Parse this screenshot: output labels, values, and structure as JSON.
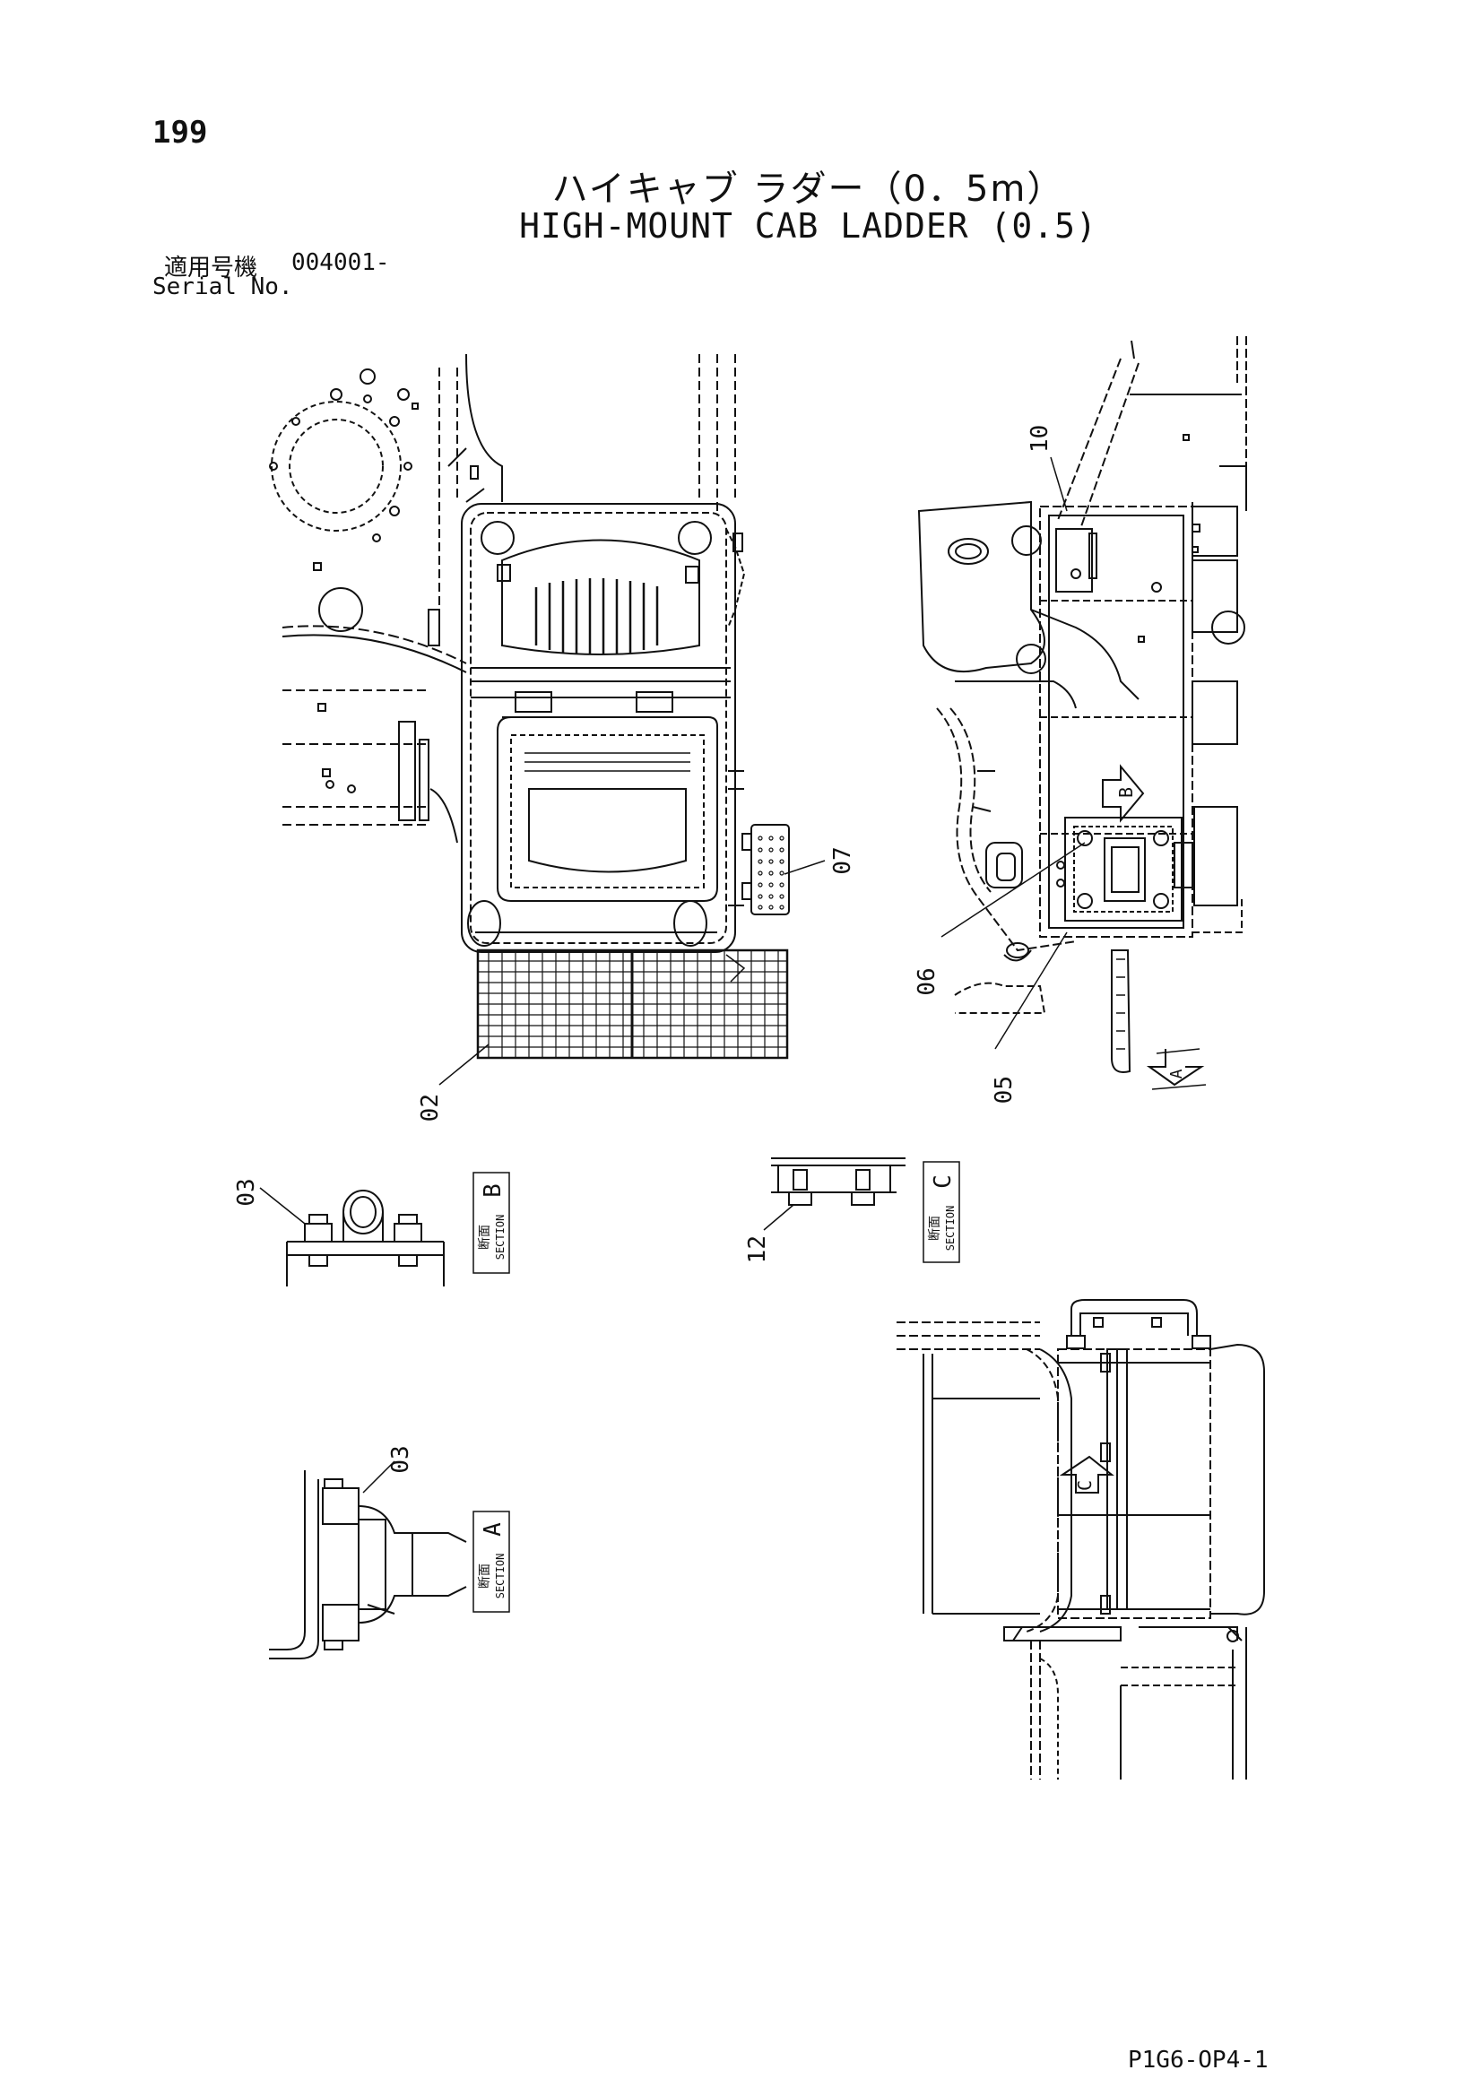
{
  "header": {
    "page_number": "199",
    "title_jp": "ハイキャブ ラダー（0．5m）",
    "title_en": "HIGH-MOUNT CAB LADDER (0.5)",
    "serial_label_jp": "適用号機",
    "serial_value": "004001-",
    "serial_label_en": "Serial No."
  },
  "callouts": {
    "c02": "02",
    "c05": "05",
    "c06": "06",
    "c07": "07",
    "c10": "10",
    "c03a": "03",
    "c03b": "03",
    "c12": "12"
  },
  "sections": {
    "b": {
      "jp": "断面",
      "en": "SECTION",
      "letter": "B"
    },
    "c": {
      "jp": "断面",
      "en": "SECTION",
      "letter": "C"
    },
    "a": {
      "jp": "断面",
      "en": "SECTION",
      "letter": "A"
    }
  },
  "view_arrows": {
    "a": "A",
    "b": "B",
    "c": "C"
  },
  "footer": {
    "page_code": "P1G6-OP4-1"
  }
}
